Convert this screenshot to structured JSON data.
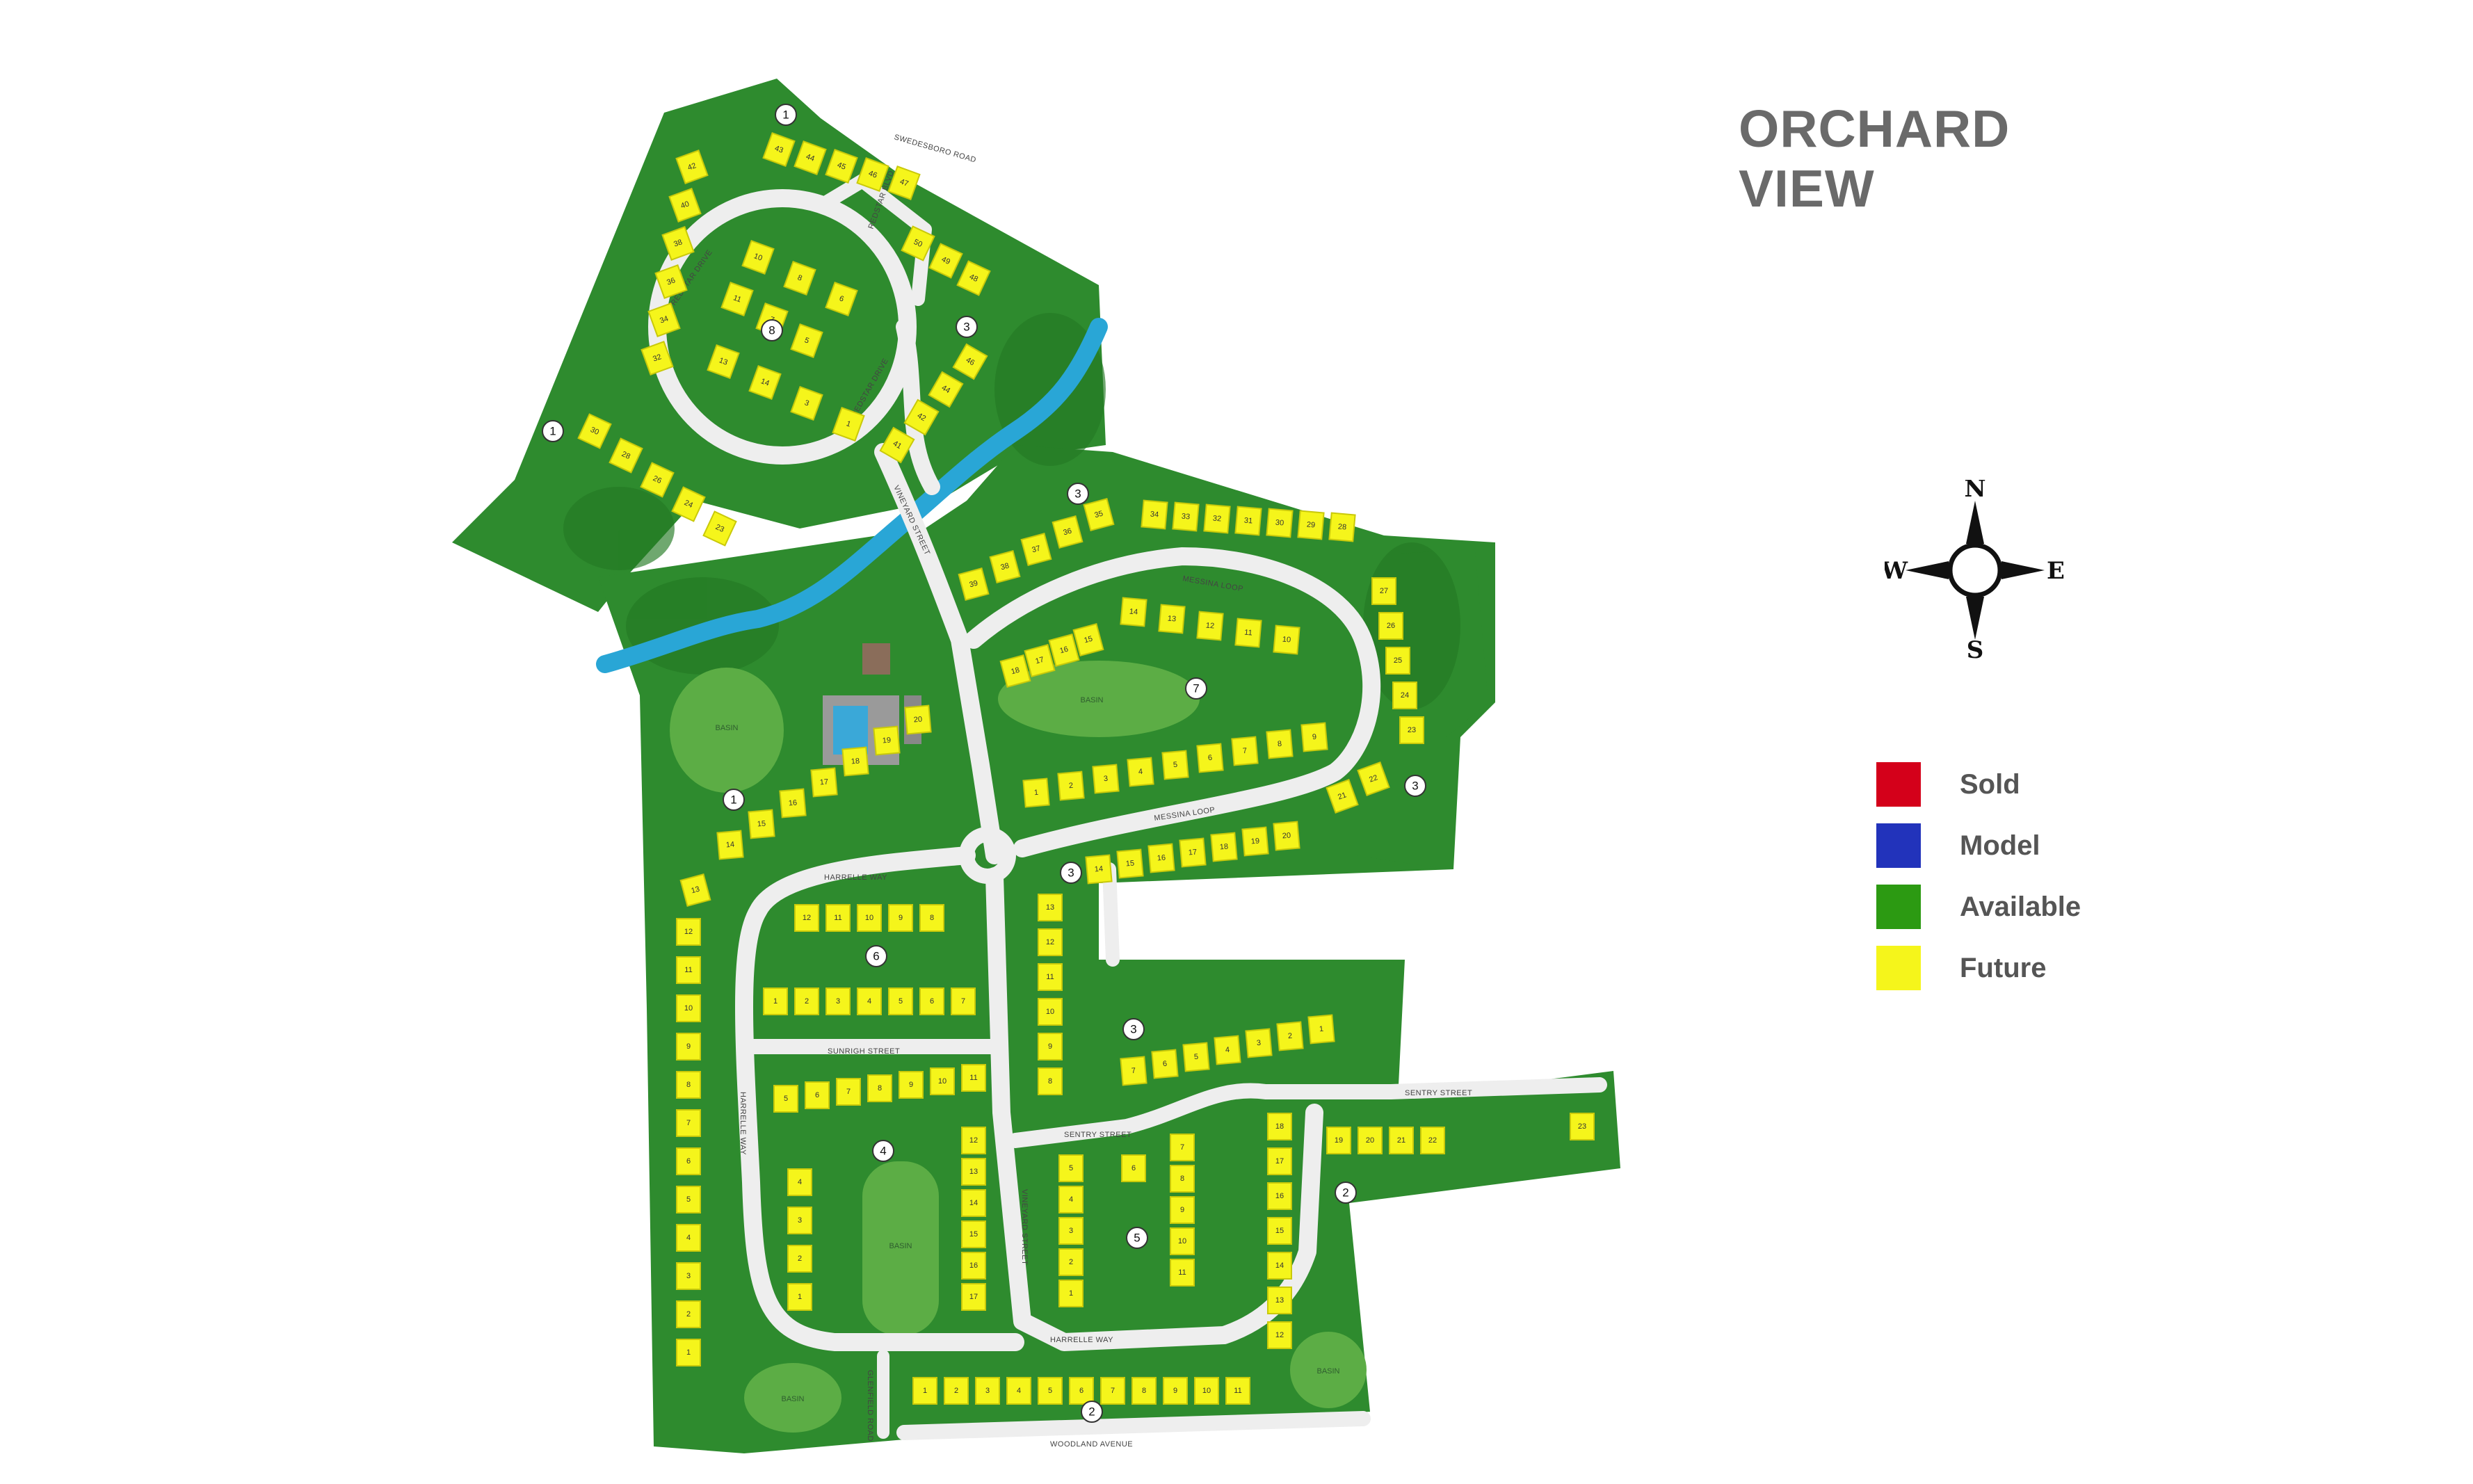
{
  "title": "ORCHARD VIEW",
  "legend": [
    {
      "label": "Sold",
      "color": "#d4001a"
    },
    {
      "label": "Model",
      "color": "#2233bb"
    },
    {
      "label": "Available",
      "color": "#2c9a12"
    },
    {
      "label": "Future",
      "color": "#f5f51b"
    }
  ],
  "compass": {
    "n": "N",
    "s": "S",
    "e": "E",
    "w": "W"
  },
  "streets": [
    "SWEDESBORO ROAD",
    "REDSTAR BLVD",
    "REDSTAR DRIVE",
    "REDSTAR DRIVE",
    "VINEYARD STREET",
    "MESSINA LOOP",
    "MESSINA LOOP",
    "HARRELLE WAY",
    "HARRELLE WAY",
    "HARRELLE WAY",
    "SUNRIGH STREET",
    "SENTRY STREET",
    "SENTRY STREET",
    "VINEYARD STREET",
    "GLENFIELD ROAD",
    "WOODLAND AVENUE"
  ],
  "basin_label": "BASIN",
  "phases": [
    "1",
    "1",
    "1",
    "2",
    "2",
    "3",
    "3",
    "3",
    "3",
    "3",
    "4",
    "5",
    "6",
    "7",
    "8"
  ],
  "colors": {
    "land": "#2e8b2e",
    "land_dark": "#237a23",
    "road": "#eeeeee",
    "stream": "#29a6d6",
    "lot": "#f5f51b"
  }
}
